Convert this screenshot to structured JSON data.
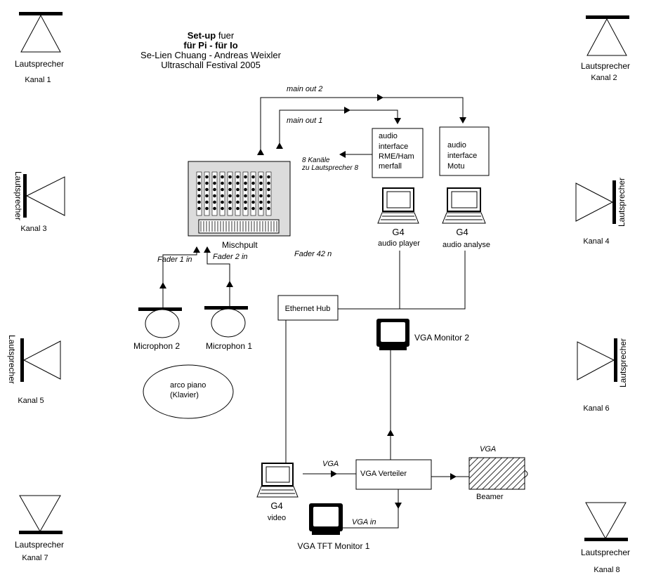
{
  "title": {
    "line1_bold": "Set-up",
    "line1_rest": " fuer",
    "line2": "für Pi - für Io",
    "line3": "Se-Lien Chuang - Andreas Weixler",
    "line4": "Ultraschall Festival 2005"
  },
  "speakers": {
    "k1": {
      "label": "Lautsprecher",
      "channel": "Kanal 1"
    },
    "k2": {
      "label": "Lautsprecher",
      "channel": "Kanal 2"
    },
    "k3": {
      "label": "Lautsprecher",
      "channel": "Kanal 3"
    },
    "k4": {
      "label": "Lautsprecher",
      "channel": "Kanal 4"
    },
    "k5": {
      "label": "Lautsprecher",
      "channel": "Kanal 5"
    },
    "k6": {
      "label": "Lautsprecher",
      "channel": "Kanal 6"
    },
    "k7": {
      "label": "Lautsprecher",
      "channel": "Kanal 7"
    },
    "k8": {
      "label": "Lautsprecher",
      "channel": "Kanal 8"
    }
  },
  "mixer": {
    "label": "Mischpult"
  },
  "labels": {
    "main_out_2": "main out 2",
    "main_out_1": "main out 1",
    "kanaele_1": "8 Kanäle",
    "kanaele_2": "zu Lautsprecher 8",
    "fader1": "Fader 1 in",
    "fader2": "Fader 2 in",
    "fader42": "Fader 42 n",
    "vga1": "VGA",
    "vga2": "VGA",
    "vga_in": "VGA in"
  },
  "rme": {
    "lines": [
      "audio",
      "interface",
      "RME/Ham",
      "merfall"
    ]
  },
  "motu": {
    "lines": [
      "audio",
      "interface",
      "Motu"
    ]
  },
  "g4_player": {
    "name": "G4",
    "role": "audio player"
  },
  "g4_analyse": {
    "name": "G4",
    "role": "audio analyse"
  },
  "g4_video": {
    "name": "G4",
    "role": "video"
  },
  "hub": {
    "label": "Ethernet Hub"
  },
  "vga_monitor2": {
    "label": "VGA Monitor 2"
  },
  "vga_monitor1": {
    "label": "VGA TFT Monitor 1"
  },
  "vga_verteiler": {
    "label": "VGA Verteiler"
  },
  "beamer": {
    "label": "Beamer"
  },
  "mic1": {
    "label": "Microphon 1"
  },
  "mic2": {
    "label": "Microphon 2"
  },
  "piano": {
    "line1": "arco piano",
    "line2": "(Klavier)"
  }
}
